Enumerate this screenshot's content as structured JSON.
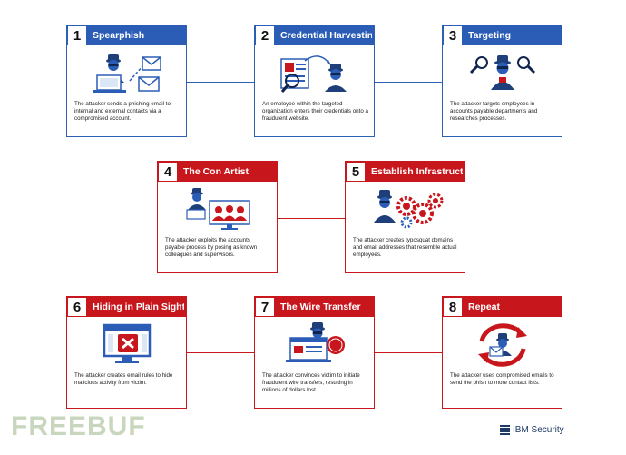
{
  "steps": [
    {
      "num": "1",
      "title": "Spearphish",
      "text": "The attacker sends a phishing email to internal and external contacts via a compromised account."
    },
    {
      "num": "2",
      "title": "Credential Harvesting",
      "text": "An employee within the targeted organization enters their credentials onto a fraudulent website."
    },
    {
      "num": "3",
      "title": "Targeting",
      "text": "The attacker targets employees in accounts payable departments and researches processes."
    },
    {
      "num": "4",
      "title": "The Con Artist",
      "text": "The attacker exploits the accounts payable process by posing as known colleagues and supervisors."
    },
    {
      "num": "5",
      "title": "Establish Infrastructure",
      "text": "The attacker creates typosquat domains and email addresses that resemble actual employees."
    },
    {
      "num": "6",
      "title": "Hiding in Plain Sight",
      "text": "The attacker creates email rules to hide malicious activity from victim."
    },
    {
      "num": "7",
      "title": "The Wire Transfer",
      "text": "The attacker convinces victim to initiate fraudulent wire transfers, resulting in millions of dollars lost."
    },
    {
      "num": "8",
      "title": "Repeat",
      "text": "The attacker uses compromised emails to send the phish to more contact lists."
    }
  ],
  "footer": {
    "watermark": "FREEBUF",
    "brand": "IBM Security"
  },
  "icons": [
    "hacker-laptop-email-icon",
    "credential-phish-icon",
    "targeting-magnifier-icon",
    "con-artist-video-call-icon",
    "infrastructure-gears-icon",
    "hidden-email-rules-icon",
    "wire-transfer-icon",
    "repeat-cycle-icon"
  ],
  "colors": {
    "blue": "#2c5db6",
    "red": "#c8161d"
  }
}
